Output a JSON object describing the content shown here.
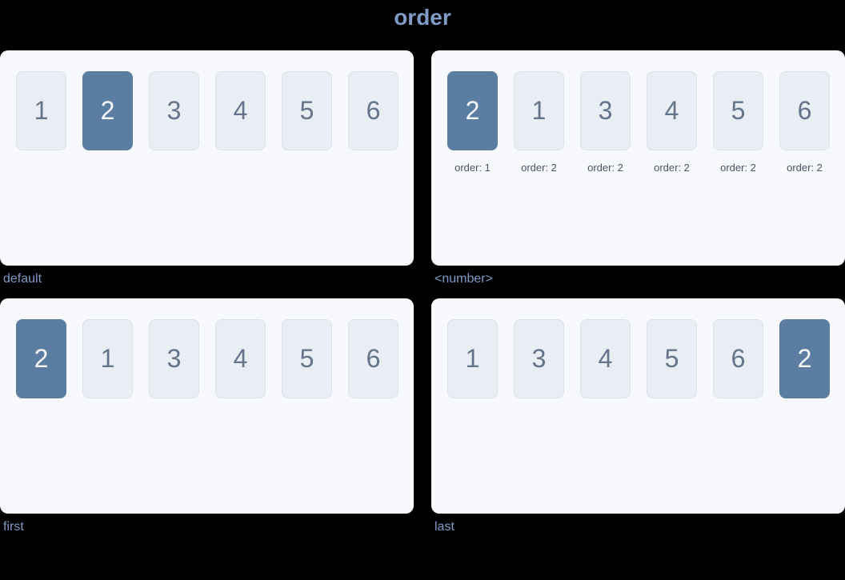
{
  "title": "order",
  "colors": {
    "background": "#000000",
    "panel": "#f7f9fc",
    "item": "#e9eef5",
    "item_border": "#d9e1eb",
    "item_text": "#64748b",
    "highlight": "#5b7da2",
    "highlight_text": "#f8fafc",
    "accent_label": "#7f9cc6",
    "caption_text": "#475569"
  },
  "panels": [
    {
      "label": "default",
      "items": [
        {
          "value": "1",
          "highlight": false
        },
        {
          "value": "2",
          "highlight": true
        },
        {
          "value": "3",
          "highlight": false
        },
        {
          "value": "4",
          "highlight": false
        },
        {
          "value": "5",
          "highlight": false
        },
        {
          "value": "6",
          "highlight": false
        }
      ]
    },
    {
      "label": "<number>",
      "items": [
        {
          "value": "2",
          "highlight": true,
          "caption": "order: 1"
        },
        {
          "value": "1",
          "highlight": false,
          "caption": "order: 2"
        },
        {
          "value": "3",
          "highlight": false,
          "caption": "order: 2"
        },
        {
          "value": "4",
          "highlight": false,
          "caption": "order: 2"
        },
        {
          "value": "5",
          "highlight": false,
          "caption": "order: 2"
        },
        {
          "value": "6",
          "highlight": false,
          "caption": "order: 2"
        }
      ]
    },
    {
      "label": "first",
      "items": [
        {
          "value": "2",
          "highlight": true
        },
        {
          "value": "1",
          "highlight": false
        },
        {
          "value": "3",
          "highlight": false
        },
        {
          "value": "4",
          "highlight": false
        },
        {
          "value": "5",
          "highlight": false
        },
        {
          "value": "6",
          "highlight": false
        }
      ]
    },
    {
      "label": "last",
      "items": [
        {
          "value": "1",
          "highlight": false
        },
        {
          "value": "3",
          "highlight": false
        },
        {
          "value": "4",
          "highlight": false
        },
        {
          "value": "5",
          "highlight": false
        },
        {
          "value": "6",
          "highlight": false
        },
        {
          "value": "2",
          "highlight": true
        }
      ]
    }
  ]
}
